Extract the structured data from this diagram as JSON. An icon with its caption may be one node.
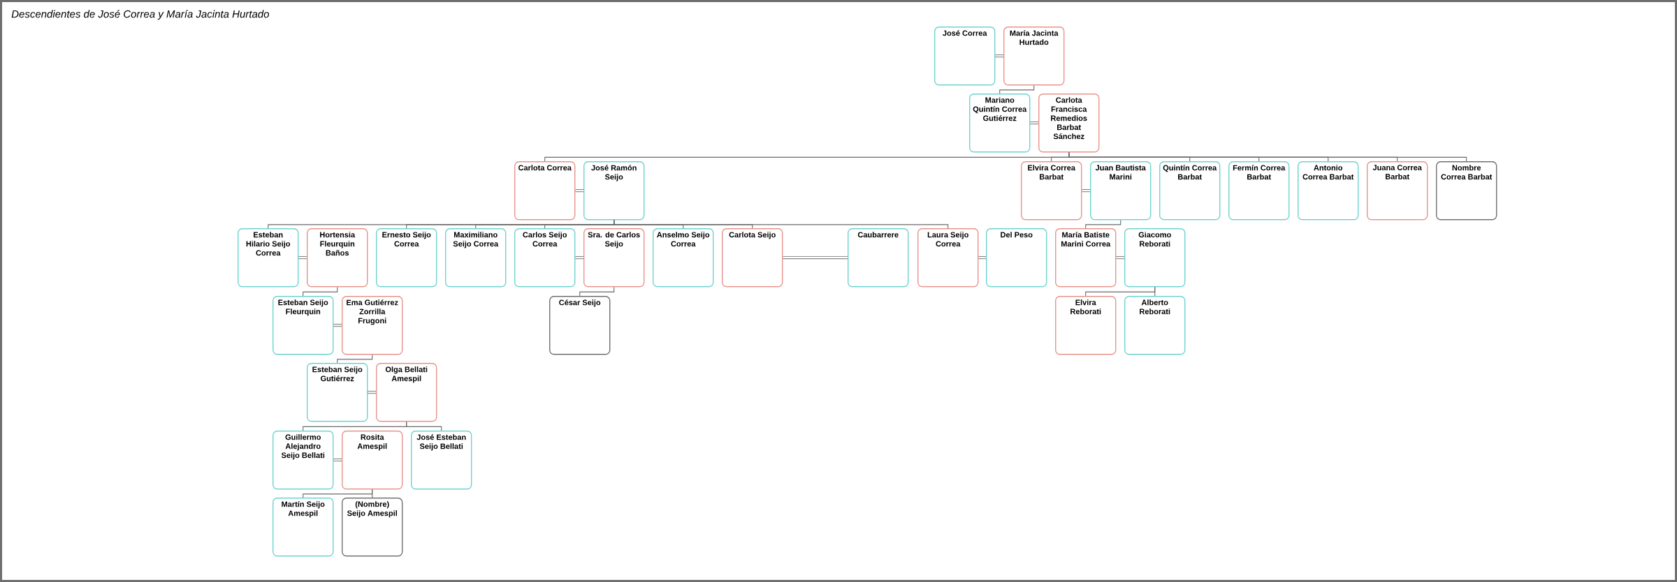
{
  "diagram": {
    "title": "Descendientes de José Correa y María Jacinta Hurtado",
    "nodes": [
      {
        "text": [
          "José Correa"
        ]
      },
      {
        "text": [
          "María Jacinta Hurtado"
        ]
      },
      {
        "text": [
          "Mariano Quintín Correa Gutiérrez"
        ]
      },
      {
        "text": [
          "Carlota Francisca Remedios Barbat Sánchez"
        ]
      },
      {
        "text": [
          "Carlota Correa"
        ]
      },
      {
        "text": [
          "José Ramón Seijo"
        ]
      },
      {
        "text": [
          "Elvira Correa Barbat"
        ]
      },
      {
        "text": [
          "Juan Bautista Marini"
        ]
      },
      {
        "text": [
          "Quintín Correa Barbat"
        ]
      },
      {
        "text": [
          "Fermín Correa Barbat"
        ]
      },
      {
        "text": [
          "Antonio Correa Barbat"
        ]
      },
      {
        "text": [
          "Juana Correa Barbat"
        ]
      },
      {
        "text": [
          "Nombre Correa Barbat"
        ]
      },
      {
        "text": [
          "Esteban Hilario Seijo Correa"
        ]
      },
      {
        "text": [
          "Hortensia Fleurquin Baños"
        ]
      },
      {
        "text": [
          "Ernesto Seijo Correa"
        ]
      },
      {
        "text": [
          "Maximiliano Seijo Correa"
        ]
      },
      {
        "text": [
          "Carlos Seijo Correa"
        ]
      },
      {
        "text": [
          "Sra. de Carlos Seijo"
        ]
      },
      {
        "text": [
          "Anselmo Seijo Correa"
        ]
      },
      {
        "text": [
          "Carlota Seijo"
        ]
      },
      {
        "text": [
          "Caubarrere"
        ]
      },
      {
        "text": [
          "Laura Seijo Correa"
        ]
      },
      {
        "text": [
          "Del Peso"
        ]
      },
      {
        "text": [
          "María Batiste Marini Correa"
        ]
      },
      {
        "text": [
          "Giacomo Reborati"
        ]
      },
      {
        "text": [
          "Esteban Seijo Fleurquin"
        ]
      },
      {
        "text": [
          "Ema Gutiérrez Zorrilla Frugoni"
        ]
      },
      {
        "text": [
          "César Seijo"
        ]
      },
      {
        "text": [
          "Elvira Reborati"
        ]
      },
      {
        "text": [
          "Alberto Reborati"
        ]
      },
      {
        "text": [
          "Esteban Seijo Gutiérrez"
        ]
      },
      {
        "text": [
          "Olga Bellati Amespil"
        ]
      },
      {
        "text": [
          "Guillermo Alejandro Seijo Bellati"
        ]
      },
      {
        "text": [
          "Rosita Amespil"
        ]
      },
      {
        "text": [
          "José Esteban Seijo Bellati"
        ]
      },
      {
        "text": [
          "Martín Seijo Amespil"
        ]
      },
      {
        "text": [
          "(Nombre) Seijo Amespil"
        ]
      }
    ],
    "edges": [
      {
        "from": 0,
        "to": 1,
        "arrow": "none"
      },
      {
        "from": 2,
        "to": 3,
        "arrow": "none"
      },
      {
        "from": 4,
        "to": 5,
        "arrow": "none"
      },
      {
        "from": 6,
        "to": 7,
        "arrow": "none"
      },
      {
        "from": 13,
        "to": 14,
        "arrow": "none"
      },
      {
        "from": 17,
        "to": 18,
        "arrow": "none"
      },
      {
        "from": 20,
        "to": 21,
        "arrow": "none"
      },
      {
        "from": 22,
        "to": 23,
        "arrow": "none"
      },
      {
        "from": 24,
        "to": 25,
        "arrow": "none"
      },
      {
        "from": 26,
        "to": 27,
        "arrow": "none"
      },
      {
        "from": 31,
        "to": 32,
        "arrow": "none"
      },
      {
        "from": 33,
        "to": 34,
        "arrow": "none"
      },
      {
        "from": 1,
        "to": 2,
        "arrow": "none"
      },
      {
        "from": 3,
        "to": 4,
        "arrow": "none"
      },
      {
        "from": 3,
        "to": 6,
        "arrow": "none"
      },
      {
        "from": 3,
        "to": 8,
        "arrow": "none"
      },
      {
        "from": 3,
        "to": 9,
        "arrow": "none"
      },
      {
        "from": 3,
        "to": 10,
        "arrow": "none"
      },
      {
        "from": 3,
        "to": 11,
        "arrow": "none"
      },
      {
        "from": 3,
        "to": 12,
        "arrow": "none"
      },
      {
        "from": 5,
        "to": 13,
        "arrow": "none"
      },
      {
        "from": 5,
        "to": 15,
        "arrow": "none"
      },
      {
        "from": 5,
        "to": 16,
        "arrow": "none"
      },
      {
        "from": 5,
        "to": 17,
        "arrow": "none"
      },
      {
        "from": 5,
        "to": 19,
        "arrow": "none"
      },
      {
        "from": 5,
        "to": 20,
        "arrow": "none"
      },
      {
        "from": 5,
        "to": 22,
        "arrow": "none"
      },
      {
        "from": 7,
        "to": 24,
        "arrow": "none"
      },
      {
        "from": 14,
        "to": 26,
        "arrow": "none"
      },
      {
        "from": 18,
        "to": 28,
        "arrow": "none"
      },
      {
        "from": 25,
        "to": 29,
        "arrow": "none"
      },
      {
        "from": 25,
        "to": 30,
        "arrow": "none"
      },
      {
        "from": 27,
        "to": 31,
        "arrow": "none"
      },
      {
        "from": 32,
        "to": 33,
        "arrow": "none"
      },
      {
        "from": 32,
        "to": 35,
        "arrow": "none"
      },
      {
        "from": 34,
        "to": 36,
        "arrow": "none"
      },
      {
        "from": 34,
        "to": 37,
        "arrow": "none"
      }
    ]
  }
}
